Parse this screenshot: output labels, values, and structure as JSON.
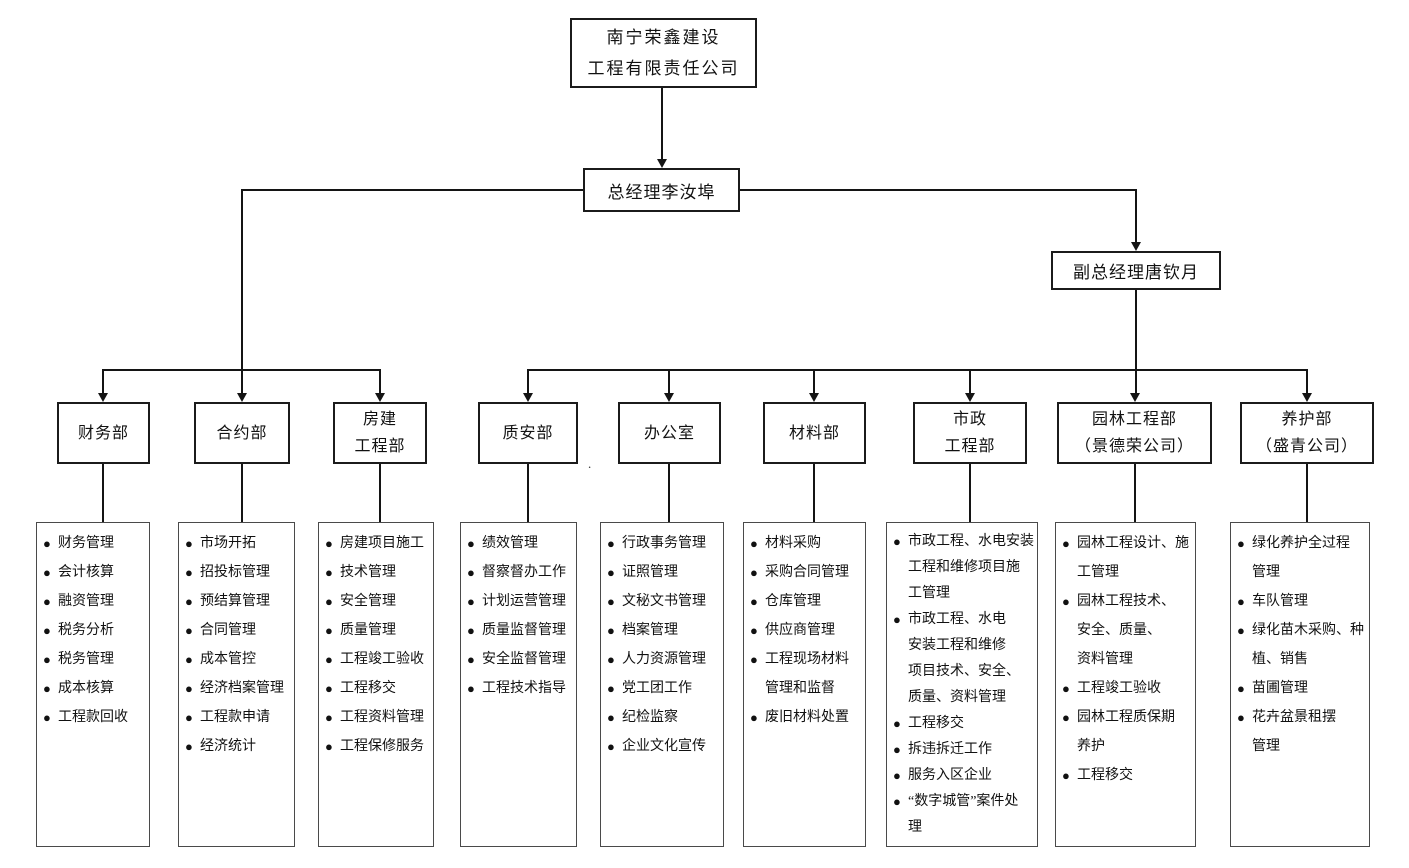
{
  "bullet": "●",
  "stray_mark": ".",
  "colors": {
    "background": "#ffffff",
    "line": "#141414",
    "box_border": "#1b1b1b",
    "task_box_border": "#4a4a4a",
    "text": "#111111"
  },
  "org": {
    "company": "南宁荣鑫建设\n工程有限责任公司",
    "general_manager": "总经理李汝埠",
    "deputy_general_manager": "副总经理唐钦月",
    "departments": [
      {
        "name": "财务部",
        "tasks": [
          "财务管理",
          "会计核算",
          "融资管理",
          "税务分析",
          "税务管理",
          "成本核算",
          "工程款回收"
        ]
      },
      {
        "name": "合约部",
        "tasks": [
          "市场开拓",
          "招投标管理",
          "预结算管理",
          "合同管理",
          "成本管控",
          "经济档案管理",
          "工程款申请",
          "经济统计"
        ]
      },
      {
        "name": "房建\n工程部",
        "tasks": [
          "房建项目施工",
          "技术管理",
          "安全管理",
          "质量管理",
          "工程竣工验收",
          "工程移交",
          "工程资料管理",
          "工程保修服务"
        ]
      },
      {
        "name": "质安部",
        "tasks": [
          "绩效管理",
          "督察督办工作",
          "计划运营管理",
          "质量监督管理",
          "安全监督管理",
          "工程技术指导"
        ]
      },
      {
        "name": "办公室",
        "tasks": [
          "行政事务管理",
          "证照管理",
          "文秘文书管理",
          "档案管理",
          "人力资源管理",
          "党工团工作",
          "纪检监察",
          "企业文化宣传"
        ]
      },
      {
        "name": "材料部",
        "tasks": [
          "材料采购",
          "采购合同管理",
          "仓库管理",
          "供应商管理",
          "工程现场材料\n管理和监督",
          "废旧材料处置"
        ]
      },
      {
        "name": "市政\n工程部",
        "tasks": [
          "市政工程、水电安装\n工程和维修项目施\n工管理",
          "市政工程、水电\n安装工程和维修\n项目技术、安全、\n质量、资料管理",
          "工程移交",
          "拆违拆迁工作",
          "服务入区企业",
          "“数字城管”案件处\n理"
        ]
      },
      {
        "name": "园林工程部\n（景德荣公司）",
        "tasks": [
          "园林工程设计、施\n工管理",
          "园林工程技术、\n安全、质量、\n资料管理",
          "工程竣工验收",
          "园林工程质保期\n养护",
          "工程移交"
        ]
      },
      {
        "name": "养护部\n（盛青公司）",
        "tasks": [
          "绿化养护全过程\n管理",
          "车队管理",
          "绿化苗木采购、种\n植、销售",
          "苗圃管理",
          "花卉盆景租摆\n管理"
        ]
      }
    ]
  }
}
